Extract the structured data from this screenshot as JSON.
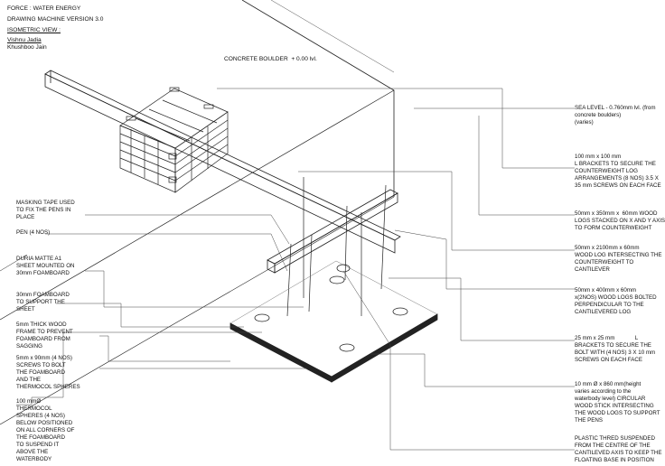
{
  "header": {
    "title": "FORCE : WATER ENERGY",
    "subtitle": "DRAWING MACHINE VERSION 3.0",
    "view": "ISOMETRIC VIEW :",
    "authors": [
      "Vishnu Jadia",
      "Khushboo Jain"
    ]
  },
  "top_label": "CONCRETE BOULDER  + 0.00 lvl.",
  "left_labels": [
    "MASKING TAPE USED\nTO FIX THE PENS IN\nPLACE",
    "PEN (4 NOS)",
    "DURIA MATTE A1\nSHEET MOUNTED ON\n30mm FOAMBOARD",
    "30mm FOAMBOARD\nTO SUPPORT THE\nSHEET",
    "5mm THICK WOOD\nFRAME TO PREVENT\nFOAMBOARD FROM\nSAGGING",
    "5mm x 90mm (4 NOS)\nSCREWS TO BOLT\nTHE FOAMBOARD\nAND THE\nTHERMOCOL SPHERES",
    "100 mmØ\nTHERMOCOL\nSPHERES (4 NOS)\nBELOW POSITIONED\nON ALL CORNERS OF\nTHE FOAMBOARD\nTO SUSPEND IT\nABOVE THE\nWATERBODY"
  ],
  "right_labels": [
    "SEA LEVEL - 0.760mm lvl. (from\nconcrete boulders)\n(varies)",
    "100 mm x 100 mm\nL BRACKETS TO SECURE THE\nCOUNTERWEIGHT LOG\nARRANGEMENTS (8 NOS) 3.5 X\n35 mm SCREWS ON EACH FACE",
    "50mm x 350mm x  60mm WOOD\nLOGS STACKED ON X AND Y AXIS\nTO FORM COUNTERWEIGHT",
    "50mm x 2100mm x 60mm\nWOOD LOG INTERSECTING THE\nCOUNTERWEIGHT TO\nCANTILEVER",
    "50mm x 400mm x 60mm\nx(2NOS) WOOD LOGS BOLTED\nPERPENDICULAR TO THE\nCANTILEVERED LOG",
    "25 mm x 25 mm             L\nBRACKETS TO SECURE THE\nBOLT WITH (4 NOS) 3 X 10 mm\nSCREWS ON EACH FACE",
    "10 mm Ø x 860 mm(height\nvaries according to the\nwaterbody level) CIRCULAR\nWOOD STICK INTERSECTING\nTHE WOOD LOGS TO SUPPORT\nTHE PENS",
    "PLASTIC THRED SUSPENDED\nFROM THE CENTRE OF THE\nCANTILEVED AXIS TO KEEP THE\nFLOATING BASE IN POSITION"
  ]
}
